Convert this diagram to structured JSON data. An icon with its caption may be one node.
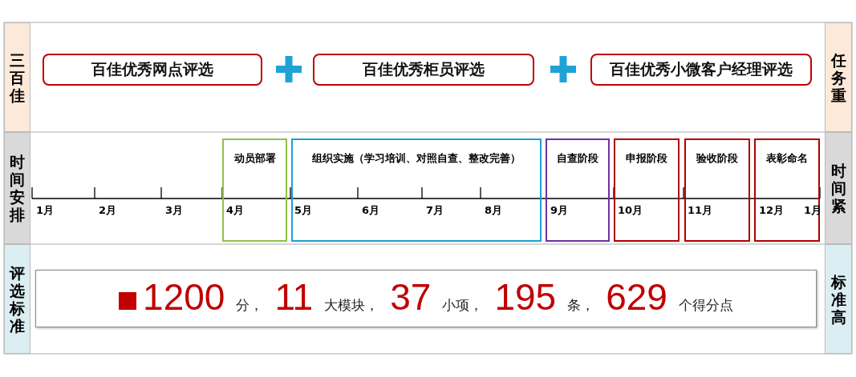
{
  "diagram": {
    "nodes": [
      {
        "text": [
          "三百佳"
        ]
      },
      {
        "text": [
          "百佳优秀网点评选"
        ]
      },
      {
        "text": [
          "百佳优秀柜员评选"
        ]
      },
      {
        "text": [
          "百佳优秀小微客户经理评选"
        ]
      },
      {
        "text": [
          "任务重"
        ]
      },
      {
        "text": [
          "时间安排"
        ]
      },
      {
        "text": [
          "动员部署"
        ]
      },
      {
        "text": [
          "组织实施（学习培训、对照自查、整改完善）"
        ]
      },
      {
        "text": [
          "自查阶段"
        ]
      },
      {
        "text": [
          "申报阶段"
        ]
      },
      {
        "text": [
          "验收阶段"
        ]
      },
      {
        "text": [
          "表彰命名"
        ]
      },
      {
        "text": [
          "时间紧"
        ]
      },
      {
        "text": [
          "评选标准"
        ]
      },
      {
        "text": [
          "1200",
          "分，",
          "11",
          "大模块，",
          "37",
          "小项，",
          "195",
          "条，",
          "629",
          "个得分点"
        ]
      },
      {
        "text": [
          "标准高"
        ]
      }
    ],
    "labels": [
      "1月",
      "2月",
      "3月",
      "4月",
      "5月",
      "6月",
      "7月",
      "8月",
      "9月",
      "10月",
      "11月",
      "12月",
      "1月"
    ]
  }
}
